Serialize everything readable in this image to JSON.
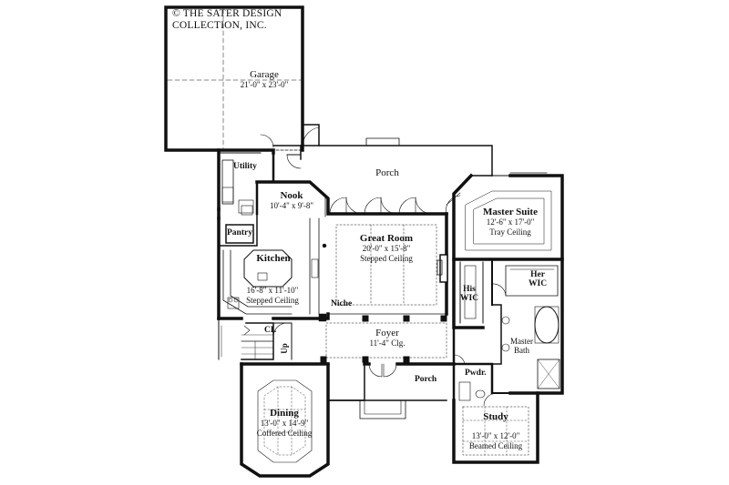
{
  "copyright": {
    "line1": "© THE SATER DESIGN",
    "line2": "COLLECTION, INC."
  },
  "rooms": {
    "garage": {
      "name": "Garage",
      "dims": "21'-0\" x 23'-0\""
    },
    "utility": {
      "name": "Utility"
    },
    "porch_top": {
      "name": "Porch"
    },
    "nook": {
      "name": "Nook",
      "dims": "10'-4\" x 9'-8\""
    },
    "pantry": {
      "name": "Pantry"
    },
    "great_room": {
      "name": "Great Room",
      "dims": "20'-0\" x 15'-8\"",
      "ceiling": "Stepped Ceiling"
    },
    "master_suite": {
      "name": "Master Suite",
      "dims": "12'-6\" x 17'-0\"",
      "ceiling": "Tray Ceiling"
    },
    "kitchen": {
      "name": "Kitchen",
      "dims": "16'-8\" x 11'-10\"",
      "ceiling": "Stepped Ceiling"
    },
    "niche": {
      "name": "Niche"
    },
    "his_wic": {
      "line1": "His",
      "line2": "WIC"
    },
    "her_wic": {
      "line1": "Her",
      "line2": "WIC"
    },
    "cl": {
      "name": "CL"
    },
    "foyer": {
      "name": "Foyer",
      "ceiling": "11'-4\" Clg."
    },
    "master_bath": {
      "line1": "Master",
      "line2": "Bath"
    },
    "up": {
      "name": "Up"
    },
    "porch_front": {
      "name": "Porch"
    },
    "powder": {
      "name": "Pwdr."
    },
    "dining": {
      "name": "Dining",
      "dims": "13'-0\" x 14'-9\"",
      "ceiling": "Coffered Ceiling"
    },
    "study": {
      "name": "Study",
      "dims": "13'-0\" x 12'-0\"",
      "ceiling": "Beamed Ceiling"
    }
  }
}
